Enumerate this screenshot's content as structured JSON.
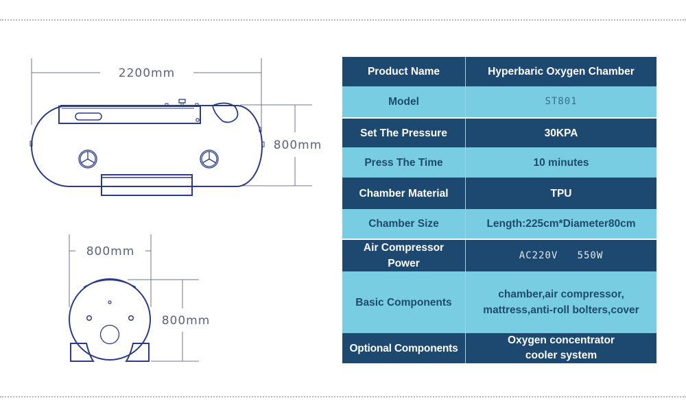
{
  "diagram": {
    "side_view": {
      "length_label": "2200mm",
      "height_label": "800mm"
    },
    "end_view": {
      "width_label": "800mm",
      "height_label": "800mm"
    },
    "line_color": "#2a3a86",
    "dimension_color": "#5a6378"
  },
  "spec_table": {
    "colors": {
      "dark": "#1d4870",
      "light": "#79cde2"
    },
    "rows": [
      {
        "label": "Product Name",
        "value": "Hyperbaric Oxygen Chamber"
      },
      {
        "label": "Model",
        "value": "ST801"
      },
      {
        "label": "Set The Pressure",
        "value": "30KPA"
      },
      {
        "label": "Press The Time",
        "value": "10 minutes"
      },
      {
        "label": "Chamber Material",
        "value": "TPU"
      },
      {
        "label": "Chamber Size",
        "value": "Length:225cm*Diameter80cm"
      },
      {
        "label_lines": [
          "Air Compressor",
          "Power"
        ],
        "value": "AC220V   550W"
      },
      {
        "label": "Basic Components",
        "value_lines": [
          "chamber,air compressor,",
          "mattress,anti-roll bolters,cover"
        ]
      },
      {
        "label": "Optional Components",
        "value_lines": [
          "Oxygen concentrator",
          "cooler system"
        ]
      }
    ]
  }
}
